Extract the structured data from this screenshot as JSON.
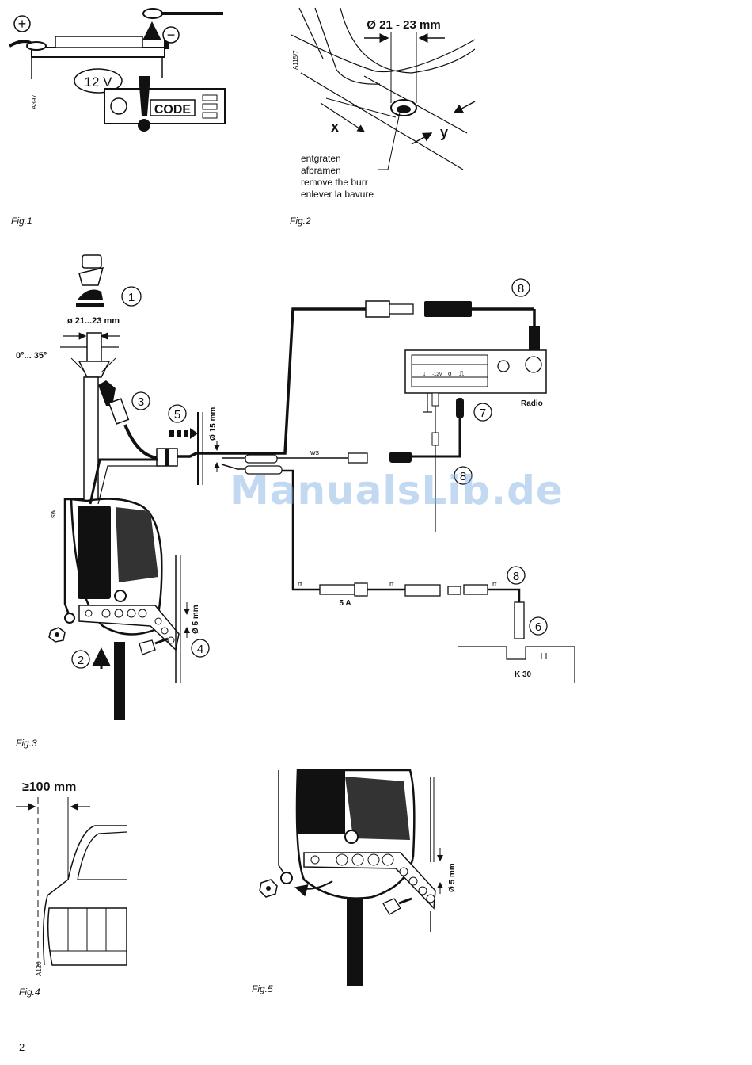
{
  "fig1": {
    "caption": "Fig.1",
    "plus": "+",
    "minus": "−",
    "voltage": "12 V",
    "code": "CODE",
    "ref": "A397"
  },
  "fig2": {
    "caption": "Fig.2",
    "diameter": "Ø 21 - 23 mm",
    "ref": "A115/7",
    "x": "x",
    "y": "y",
    "burr_de": "entgraten",
    "burr_nl": "afbramen",
    "burr_en": "remove the burr",
    "burr_fr": "enlever la bavure"
  },
  "fig3": {
    "caption": "Fig.3",
    "diameter": "ø 21...23 mm",
    "angle": "0°... 35°",
    "hole15": "Ø 15 mm",
    "hole5": "Ø 5 mm",
    "sw": "sw",
    "ws": "ws",
    "rt": "rt",
    "fuse": "5 A",
    "k30": "K 30",
    "radio": "Radio",
    "callouts": [
      "1",
      "2",
      "3",
      "4",
      "5",
      "6",
      "7",
      "8"
    ],
    "radio_panel": [
      "↓",
      "-12V",
      "o",
      "⎍"
    ]
  },
  "fig4": {
    "caption": "Fig.4",
    "distance": "≥100 mm",
    "ref": "A120"
  },
  "fig5": {
    "caption": "Fig.5",
    "hole5": "Ø 5 mm"
  },
  "watermark": "ManualsLib.de",
  "page_number": "2"
}
